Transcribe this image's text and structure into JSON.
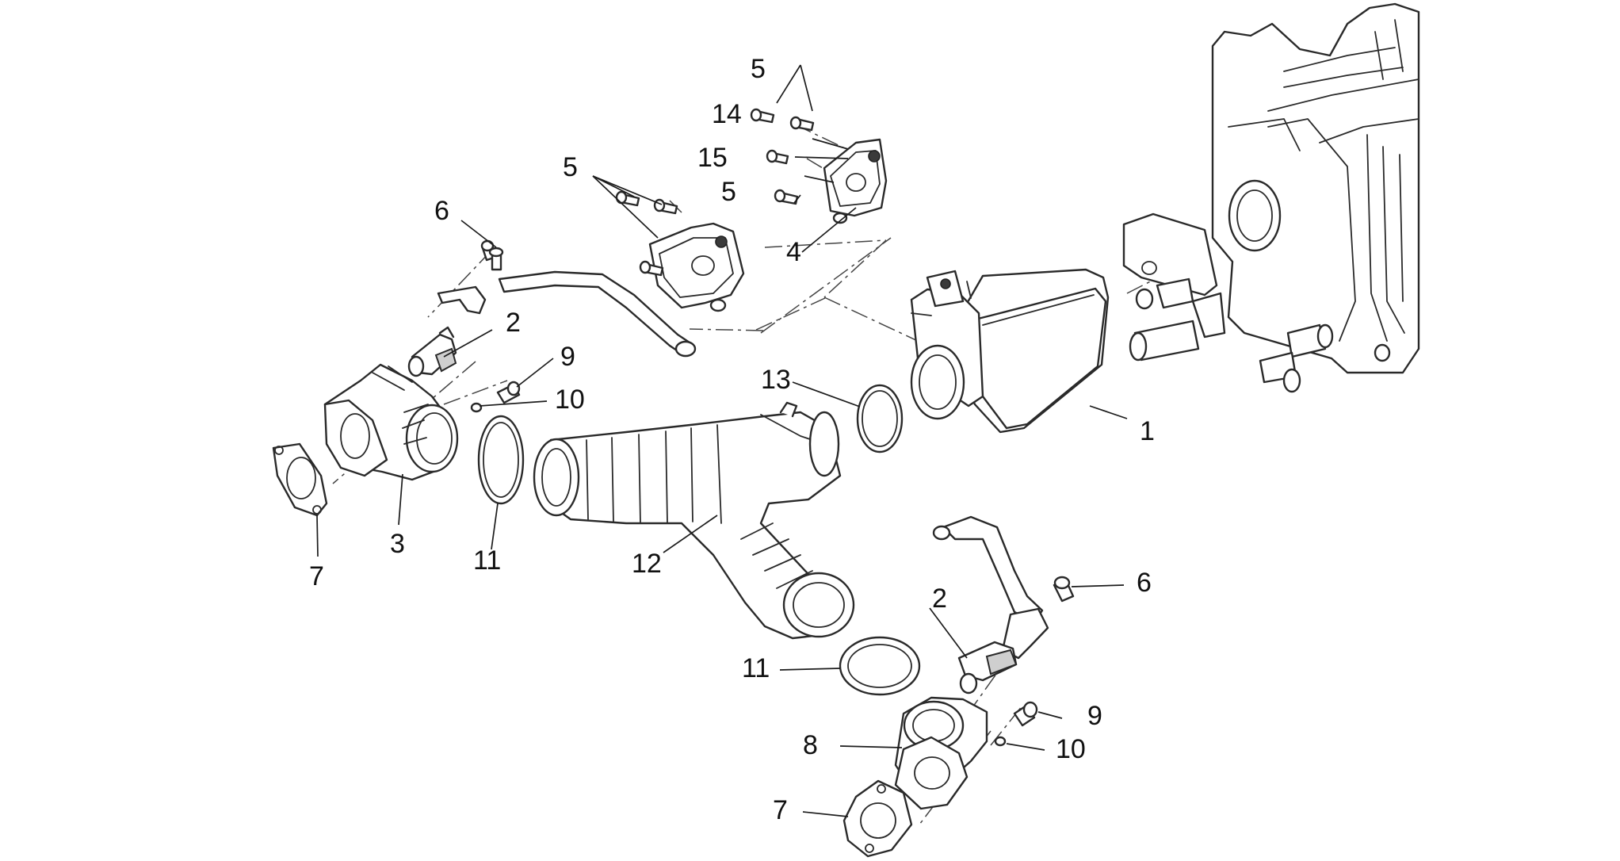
{
  "callouts": {
    "c1": "1",
    "c2a": "2",
    "c2b": "2",
    "c3": "3",
    "c4": "4",
    "c5a": "5",
    "c5b": "5",
    "c5c": "5",
    "c6a": "6",
    "c6b": "6",
    "c7a": "7",
    "c7b": "7",
    "c8": "8",
    "c9a": "9",
    "c9b": "9",
    "c10a": "10",
    "c10b": "10",
    "c11a": "11",
    "c11b": "11",
    "c12": "12",
    "c13": "13",
    "c14": "14",
    "c15": "15"
  },
  "colors": {
    "line": "#2a2a2a",
    "background": "#ffffff",
    "shade": "#cfcfcf"
  }
}
